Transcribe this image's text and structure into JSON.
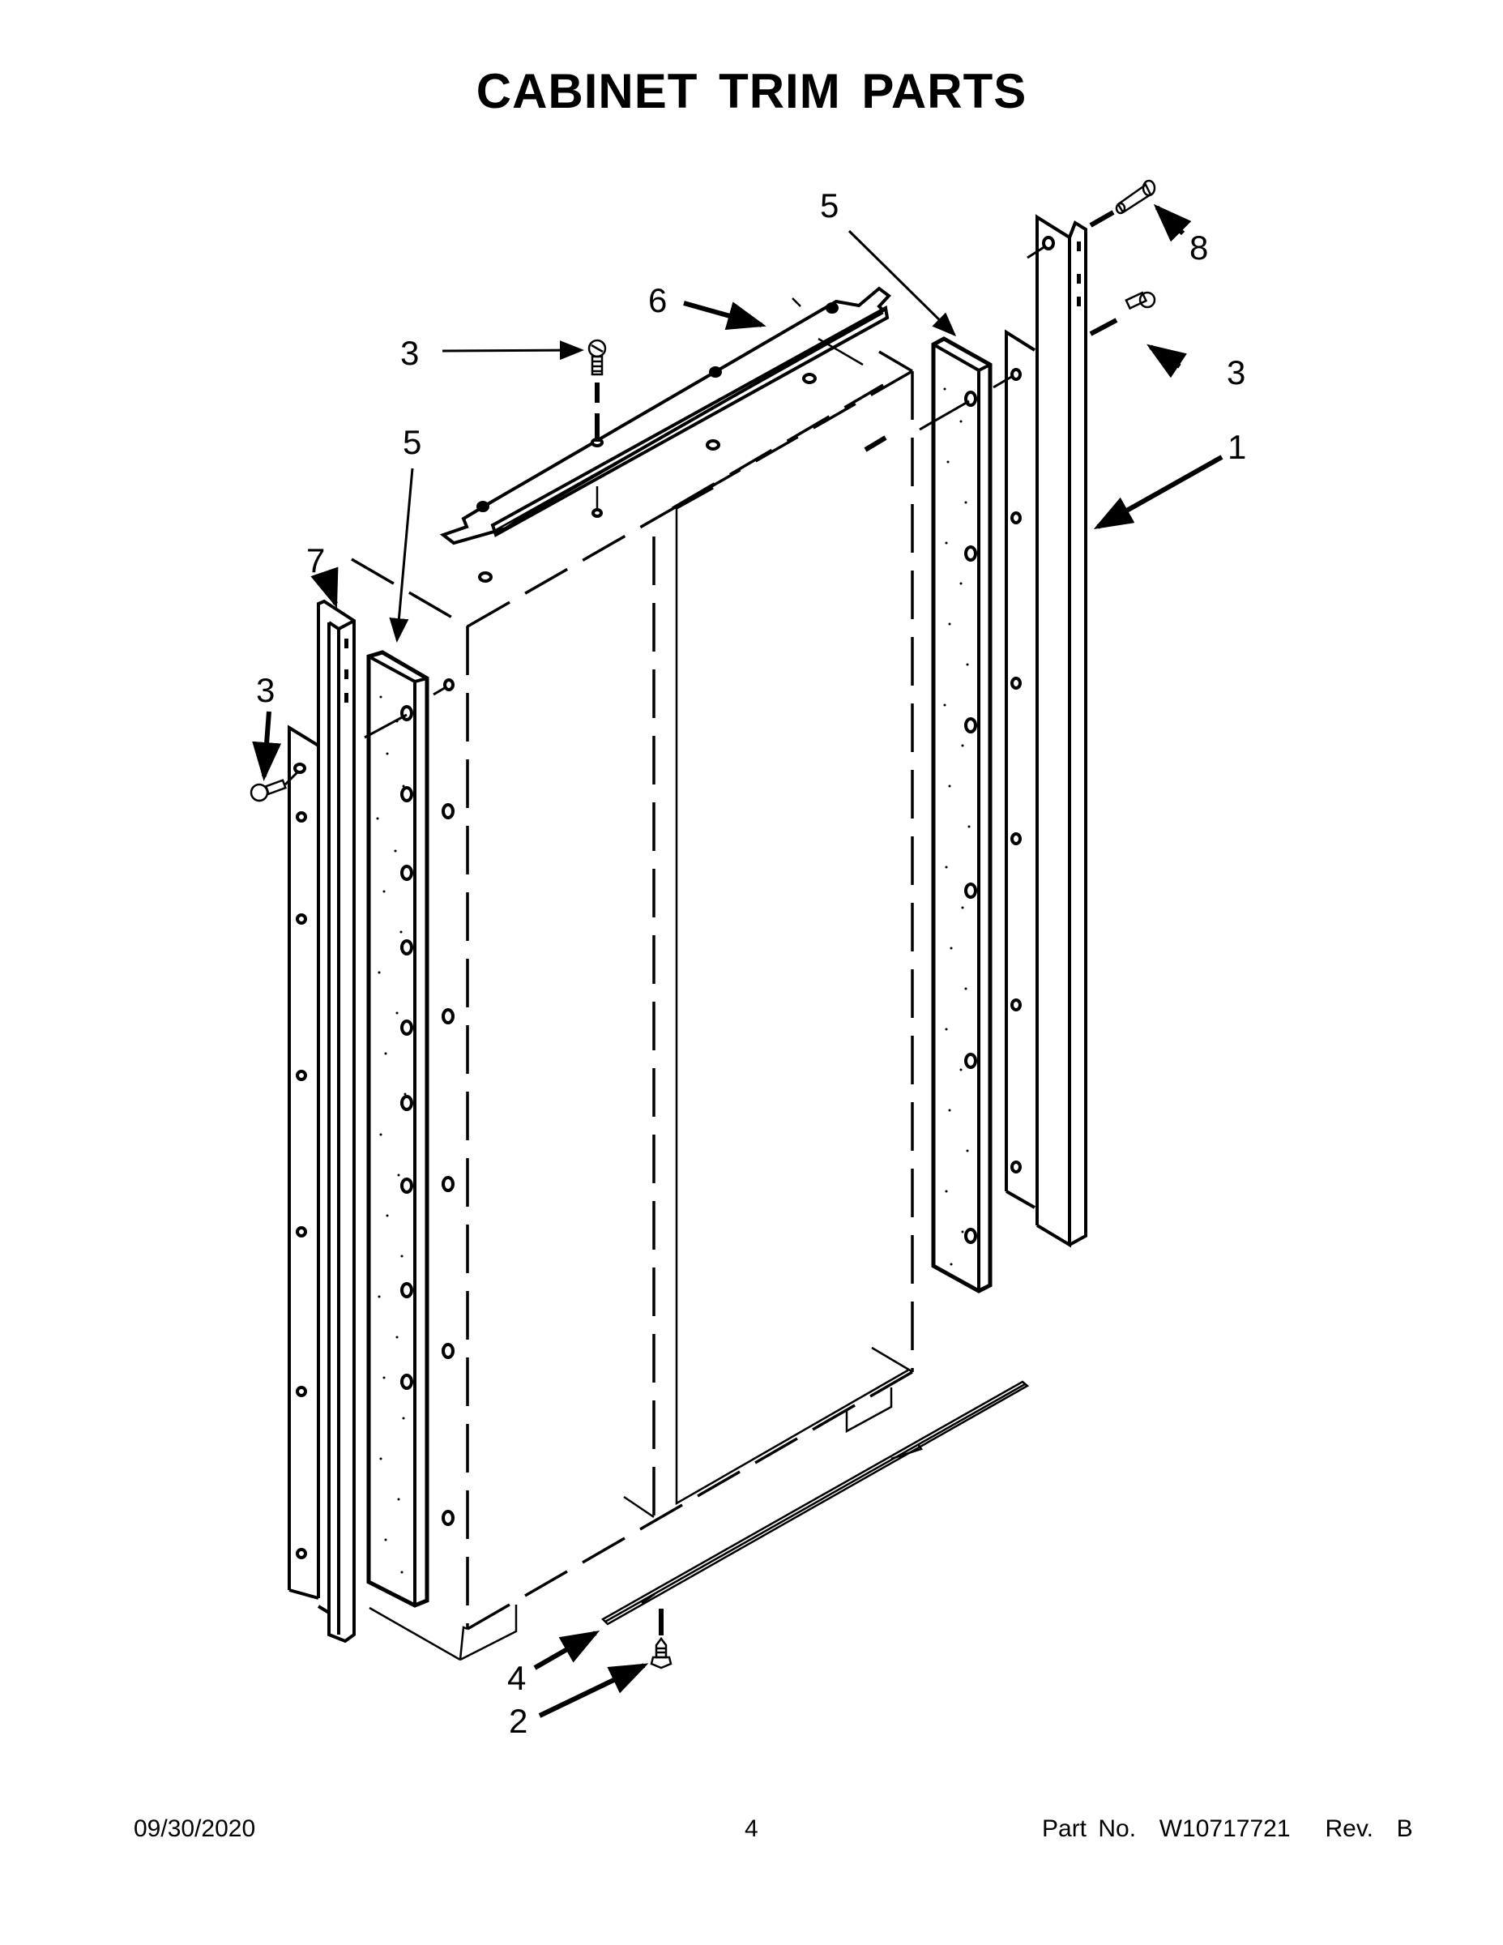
{
  "page": {
    "title": "CABINET TRIM PARTS"
  },
  "diagram": {
    "callouts": [
      {
        "id": "callout-5-top-right",
        "label": "5"
      },
      {
        "id": "callout-8",
        "label": "8"
      },
      {
        "id": "callout-6",
        "label": "6"
      },
      {
        "id": "callout-3-top",
        "label": "3"
      },
      {
        "id": "callout-3-right",
        "label": "3"
      },
      {
        "id": "callout-5-left",
        "label": "5"
      },
      {
        "id": "callout-1",
        "label": "1"
      },
      {
        "id": "callout-7",
        "label": "7"
      },
      {
        "id": "callout-3-left",
        "label": "3"
      },
      {
        "id": "callout-4",
        "label": "4"
      },
      {
        "id": "callout-2",
        "label": "2"
      }
    ],
    "parts": [
      {
        "number": "1",
        "description": "right trim rail"
      },
      {
        "number": "2",
        "description": "screw (bottom trim)"
      },
      {
        "number": "3",
        "description": "screw"
      },
      {
        "number": "4",
        "description": "bottom trim strip"
      },
      {
        "number": "5",
        "description": "foam strip"
      },
      {
        "number": "6",
        "description": "top trim bracket"
      },
      {
        "number": "7",
        "description": "left trim rail"
      },
      {
        "number": "8",
        "description": "pin"
      }
    ]
  },
  "footer": {
    "date": "09/30/2020",
    "page_number": "4",
    "part_number": "Part No.  W10717721   Rev.  B"
  }
}
